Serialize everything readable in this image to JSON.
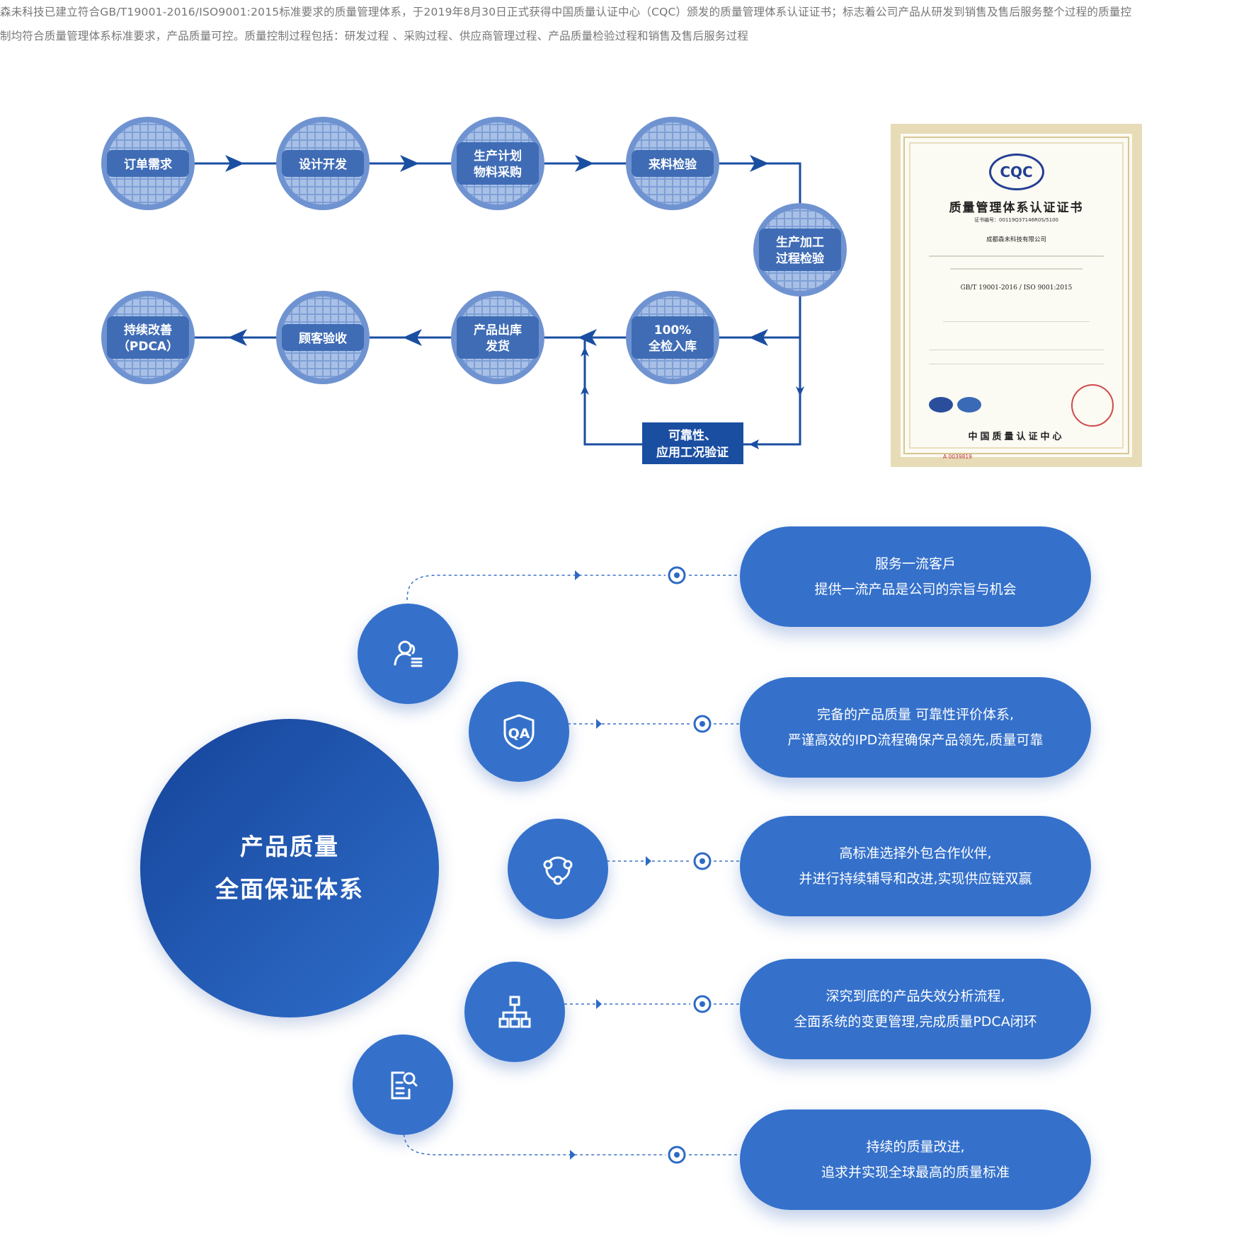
{
  "intro": {
    "line1": "森未科技已建立符合GB/T19001-2016/ISO9001:2015标准要求的质量管理体系，于2019年8月30日正式获得中国质量认证中心（CQC）颁发的质量管理体系认证证书；标志着公司产品从研发到销售及售后服务整个过程的质量控",
    "line2": "制均符合质量管理体系标准要求，产品质量可控。质量控制过程包括：研发过程 、采购过程、供应商管理过程、产品质量检验过程和销售及售后服务过程"
  },
  "flow": {
    "n1": [
      "订单需求"
    ],
    "n2": [
      "设计开发"
    ],
    "n3": [
      "生产计划",
      "物料采购"
    ],
    "n4": [
      "来料检验"
    ],
    "n5": [
      "生产加工",
      "过程检验"
    ],
    "n6": [
      "100%",
      "全检入库"
    ],
    "n7": [
      "产品出库",
      "发货"
    ],
    "n8": [
      "顾客验收"
    ],
    "n9": [
      "持续改善",
      "（PDCA）"
    ],
    "box": [
      "可靠性、",
      "应用工况验证"
    ]
  },
  "certificate": {
    "logo": "CQC",
    "title": "质量管理体系认证证书",
    "number": "证书编号：00119Q37146R0S/5100",
    "company": "成都森未科技有限公司",
    "standard": "GB/T 19001-2016 / ISO 9001:2015",
    "issuer": "中国质量认证中心",
    "serial": "A 0039819"
  },
  "quality": {
    "center_line1": "产品质量",
    "center_line2": "全面保证体系",
    "items": [
      {
        "icon": "customer-icon",
        "line1": "服务一流客戶",
        "line2": "提供一流产品是公司的宗旨与机会"
      },
      {
        "icon": "qa-shield-icon",
        "line1": "完备的产品质量  可靠性评价体系,",
        "line2": "严谨高效的IPD流程确保产品领先,质量可靠"
      },
      {
        "icon": "partner-network-icon",
        "line1": "高标准选择外包合作伙伴,",
        "line2": "并进行持续辅导和改进,实现供应链双赢"
      },
      {
        "icon": "hierarchy-icon",
        "line1": "深究到底的产品失效分析流程,",
        "line2": "全面系统的变更管理,完成质量PDCA闭环"
      },
      {
        "icon": "document-search-icon",
        "line1": "持续的质量改进,",
        "line2": "追求并实现全球最高的质量标准"
      }
    ]
  },
  "colors": {
    "primary": "#1a4ea1",
    "node": "#6f93d0",
    "pill": "#3571cb"
  }
}
